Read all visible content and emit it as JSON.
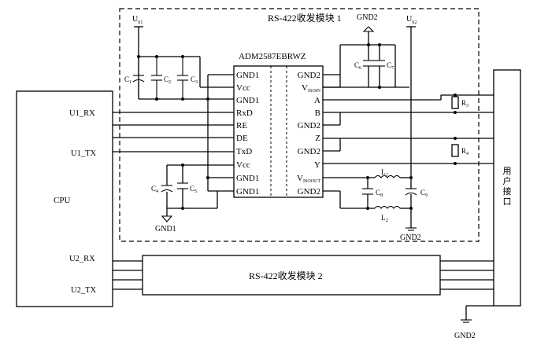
{
  "diagram": {
    "module1_title": "RS-422收发模块 1",
    "module2_title": "RS-422收发模块 2",
    "chip_name": "ADM2587EBRWZ",
    "cpu_label": "CPU",
    "user_port_label": "用户接口",
    "cpu_pins": [
      "U1_RX",
      "U1_TX",
      "U2_RX",
      "U2_TX"
    ],
    "chip_left_pins": [
      "GND1",
      "Vcc",
      "GND1",
      "RxD",
      "RE",
      "DE",
      "TxD",
      "Vcc",
      "GND1",
      "GND1"
    ],
    "chip_right_pins": [
      {
        "main": "GND2",
        "sub": ""
      },
      {
        "main": "V",
        "sub": "ISOIN"
      },
      {
        "main": "A",
        "sub": ""
      },
      {
        "main": "B",
        "sub": ""
      },
      {
        "main": "GND2",
        "sub": ""
      },
      {
        "main": "Z",
        "sub": ""
      },
      {
        "main": "GND2",
        "sub": ""
      },
      {
        "main": "Y",
        "sub": ""
      },
      {
        "main": "V",
        "sub": "ISOOUT"
      },
      {
        "main": "GND2",
        "sub": ""
      }
    ],
    "supplies": [
      {
        "main": "U",
        "sub": "S1"
      },
      {
        "main": "U",
        "sub": "S2"
      }
    ],
    "grounds": [
      "GND1",
      "GND2",
      "GND2",
      "GND2"
    ],
    "capacitors": [
      {
        "main": "C",
        "sub": "1"
      },
      {
        "main": "C",
        "sub": "2"
      },
      {
        "main": "C",
        "sub": "3"
      },
      {
        "main": "C",
        "sub": "4"
      },
      {
        "main": "C",
        "sub": "5"
      },
      {
        "main": "C",
        "sub": "6"
      },
      {
        "main": "C",
        "sub": "7"
      },
      {
        "main": "C",
        "sub": "8"
      },
      {
        "main": "C",
        "sub": "9"
      }
    ],
    "resistors": [
      {
        "main": "R",
        "sub": "3"
      },
      {
        "main": "R",
        "sub": "4"
      }
    ],
    "inductors": [
      {
        "main": "L",
        "sub": "1"
      },
      {
        "main": "L",
        "sub": "2"
      }
    ]
  }
}
